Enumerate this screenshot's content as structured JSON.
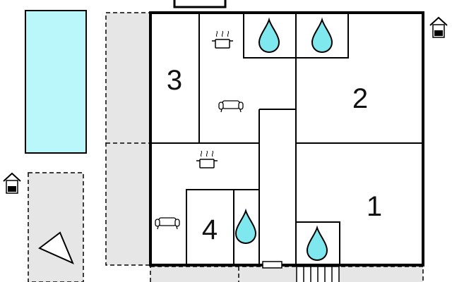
{
  "floorplan": {
    "rooms": [
      {
        "id": "room-1",
        "label": "1"
      },
      {
        "id": "room-2",
        "label": "2"
      },
      {
        "id": "room-3",
        "label": "3"
      },
      {
        "id": "room-4",
        "label": "4"
      }
    ],
    "icons": {
      "water_drop": "shower-drop-icon",
      "kitchen": "cooking-pot-icon",
      "sofa": "sofa-icon",
      "entrance": "house-entrance-icon",
      "compass": "north-arrow-icon"
    },
    "colors": {
      "pool": "#b9f7fb",
      "water_drop": "#7fe8ee",
      "outdoor_area": "#e6e6e6",
      "wall": "#000000"
    }
  }
}
